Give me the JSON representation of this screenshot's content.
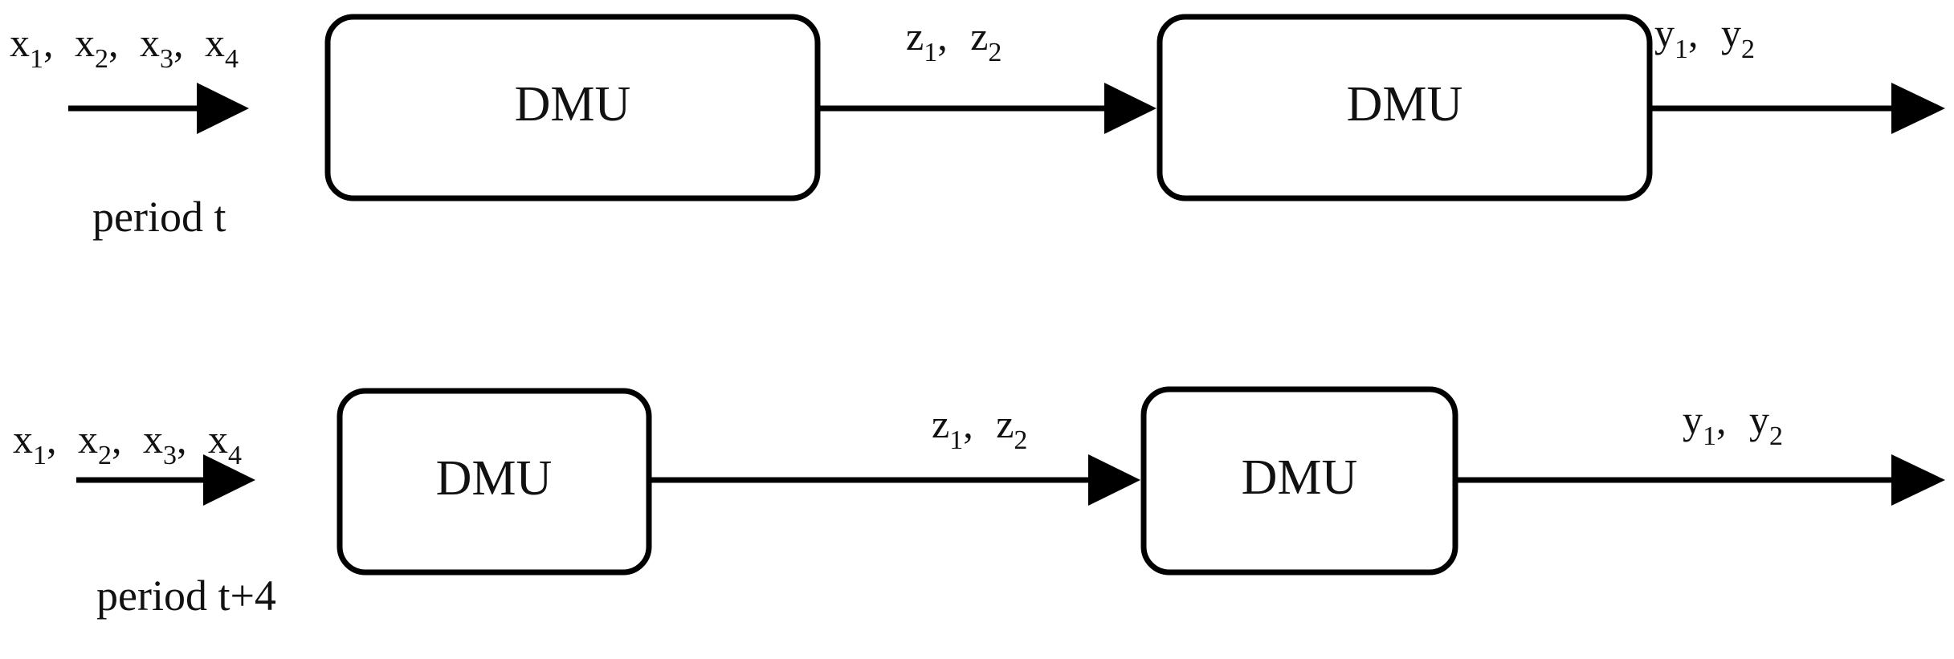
{
  "diagram": {
    "type": "two-stage-network-dmu-process",
    "background_color": "#ffffff",
    "stroke_color": "#000000",
    "text_color": "#111111",
    "rows": [
      {
        "id": "row-period-t",
        "period_label": "period t",
        "inputs_label": "x1, x2, x3, x4",
        "inputs_parts": [
          {
            "base": "x",
            "sub": "1",
            "sep": ","
          },
          {
            "base": "x",
            "sub": "2",
            "sep": ","
          },
          {
            "base": "x",
            "sub": "3",
            "sep": ","
          },
          {
            "base": "x",
            "sub": "4",
            "sep": ""
          }
        ],
        "intermediate_label": "z1, z2",
        "intermediate_parts": [
          {
            "base": "z",
            "sub": "1",
            "sep": ","
          },
          {
            "base": "z",
            "sub": "2",
            "sep": ""
          }
        ],
        "outputs_label": "y1, y2",
        "outputs_parts": [
          {
            "base": "y",
            "sub": "1",
            "sep": ","
          },
          {
            "base": "y",
            "sub": "2",
            "sep": ""
          }
        ],
        "stage1_label": "DMU",
        "stage2_label": "DMU"
      },
      {
        "id": "row-period-t-plus-4",
        "period_label": "period t+4",
        "inputs_label": "x1, x2, x3, x4",
        "inputs_parts": [
          {
            "base": "x",
            "sub": "1",
            "sep": ","
          },
          {
            "base": "x",
            "sub": "2",
            "sep": ","
          },
          {
            "base": "x",
            "sub": "3",
            "sep": ","
          },
          {
            "base": "x",
            "sub": "4",
            "sep": ""
          }
        ],
        "intermediate_label": "z1, z2",
        "intermediate_parts": [
          {
            "base": "z",
            "sub": "1",
            "sep": ","
          },
          {
            "base": "z",
            "sub": "2",
            "sep": ""
          }
        ],
        "outputs_label": "y1, y2",
        "outputs_parts": [
          {
            "base": "y",
            "sub": "1",
            "sep": ","
          },
          {
            "base": "y",
            "sub": "2",
            "sep": ""
          }
        ],
        "stage1_label": "DMU",
        "stage2_label": "DMU"
      }
    ]
  },
  "row_t": {
    "period": "period t",
    "stage1": "DMU",
    "stage2": "DMU",
    "x1": "x",
    "x1s": "1",
    "x2": "x",
    "x2s": "2",
    "x3": "x",
    "x3s": "3",
    "x4": "x",
    "x4s": "4",
    "z1": "z",
    "z1s": "1",
    "z2": "z",
    "z2s": "2",
    "y1": "y",
    "y1s": "1",
    "y2": "y",
    "y2s": "2",
    "comma": ","
  },
  "row_t4": {
    "period": "period t+4",
    "stage1": "DMU",
    "stage2": "DMU",
    "x1": "x",
    "x1s": "1",
    "x2": "x",
    "x2s": "2",
    "x3": "x",
    "x3s": "3",
    "x4": "x",
    "x4s": "4",
    "z1": "z",
    "z1s": "1",
    "z2": "z",
    "z2s": "2",
    "y1": "y",
    "y1s": "1",
    "y2": "y",
    "y2s": "2",
    "comma": ","
  }
}
